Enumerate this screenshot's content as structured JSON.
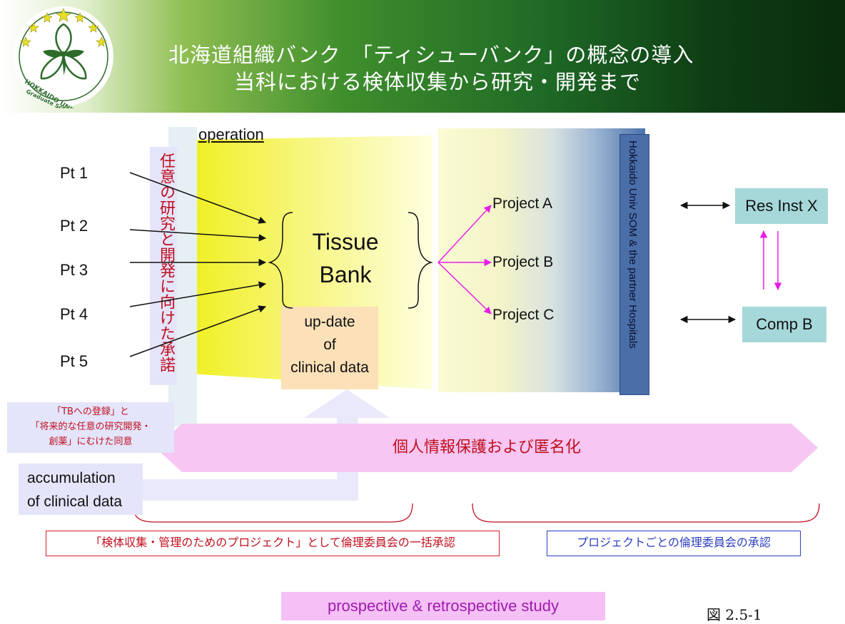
{
  "header": {
    "title_line1": "北海道組織バンク　「ティシューバンク」の概念の導入",
    "title_line2": "当科における検体収集から研究・開発まで",
    "logo_text": "HOKKAIDO UNIVERSITY Graduate School of Medicine"
  },
  "operation_label": "operation",
  "consent_vertical": "任意の研究と開発に向けた承諾",
  "patients": [
    "Pt 1",
    "Pt 2",
    "Pt 3",
    "Pt 4",
    "Pt 5"
  ],
  "tissue_bank": {
    "line1": "Tissue",
    "line2": "Bank"
  },
  "update_box": {
    "line1": "up-date",
    "line2": "of",
    "line3": "clinical data"
  },
  "projects": [
    "Project A",
    "Project B",
    "Project C"
  ],
  "hokudai_label": "Hokkaido Univ SOM & the partner Hospitals",
  "partners": {
    "res_inst": "Res Inst X",
    "comp": "Comp B"
  },
  "agreement_box": {
    "line1": "「TBへの登録」と",
    "line2": "「将来的な任意の研究開発・",
    "line3": "創薬」にむけた同意"
  },
  "privacy_banner": "個人情報保護および匿名化",
  "accumulation": {
    "line1": "accumulation",
    "line2": "of clinical data"
  },
  "ethics_bulk": "「検体収集・管理のためのプロジェクト」として倫理委員会の一括承認",
  "ethics_each": "プロジェクトごとの倫理委員会の承認",
  "study_label": "prospective & retrospective study",
  "figure_label": "図 2.5-1",
  "colors": {
    "magenta": "#e81ee8",
    "pink_banner": "#f7c6f3",
    "teal": "#a6d8da",
    "red": "#c0101e",
    "blue": "#2b3fc0"
  }
}
